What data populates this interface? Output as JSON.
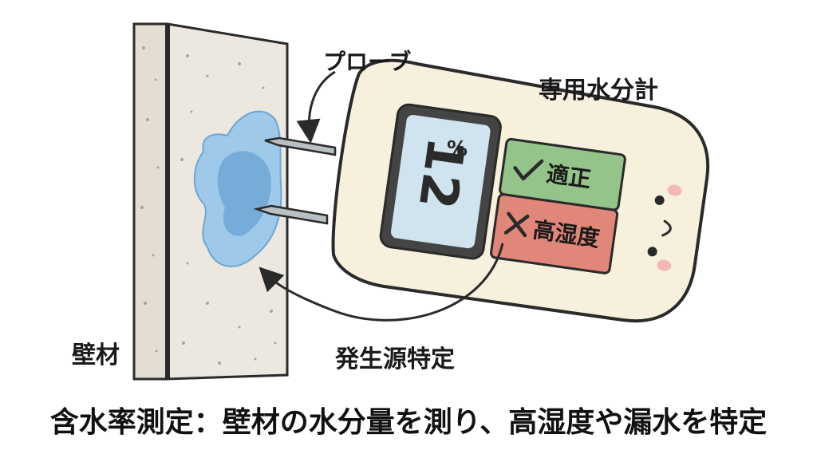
{
  "labels": {
    "probe": "プローブ",
    "meter": "専用水分計",
    "wall": "壁材",
    "source": "発生源特定"
  },
  "display": {
    "reading": "12",
    "unit": "%"
  },
  "status": {
    "ok": "適正",
    "high": "高湿度"
  },
  "icons": {
    "check": "check-icon",
    "cross": "cross-icon"
  },
  "colors": {
    "wall": "#ece8df",
    "water": "#8fc0e4",
    "device_body": "#f6f0dc",
    "screen": "#cfe4ee",
    "ok_panel": "#94c48a",
    "high_panel": "#e0877a",
    "outline": "#2a2a2a"
  },
  "caption": "含水率測定：壁材の水分量を測り、高湿度や漏水を特定"
}
